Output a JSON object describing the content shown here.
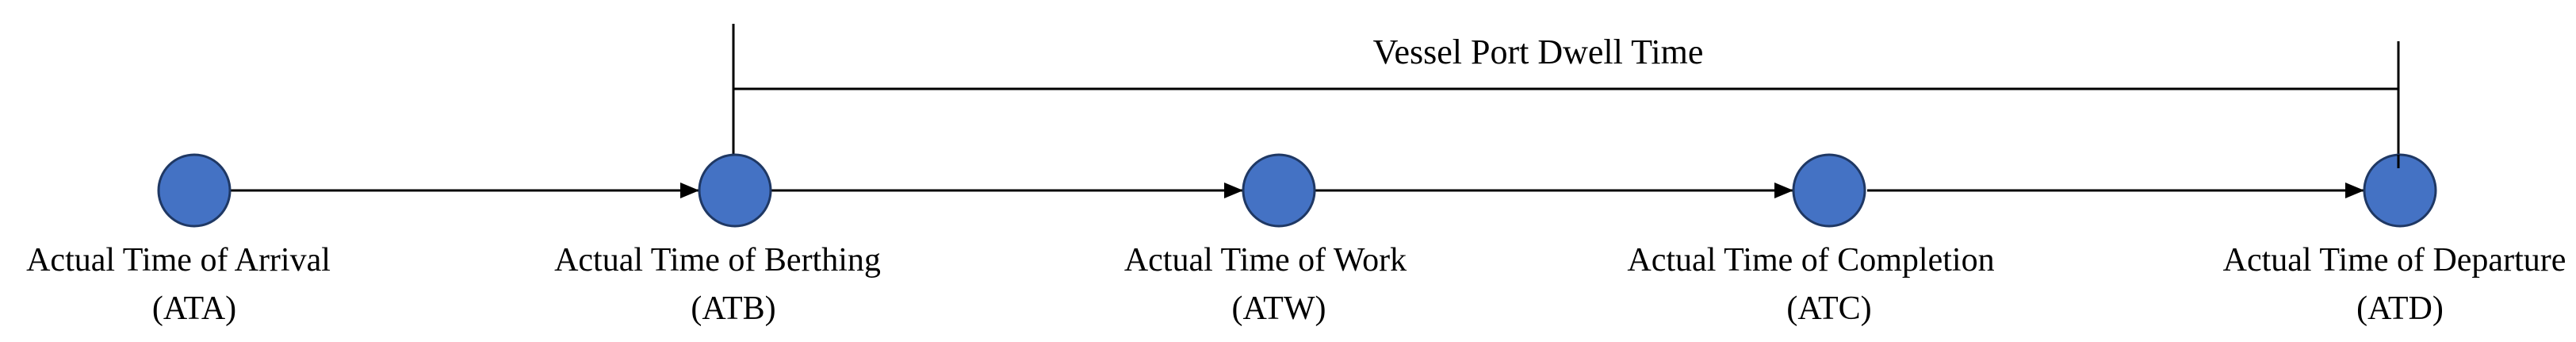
{
  "diagram": {
    "span_label": "Vessel Port Dwell Time",
    "node_fill": "#4472C4",
    "node_stroke": "#1F3864",
    "line_color": "#000000",
    "nodes": [
      {
        "line1": "Actual Time of Arrival",
        "line2": "(ATA)"
      },
      {
        "line1": "Actual Time of Berthing",
        "line2": "(ATB)"
      },
      {
        "line1": "Actual Time of Work",
        "line2": "(ATW)"
      },
      {
        "line1": "Actual Time of Completion",
        "line2": "(ATC)"
      },
      {
        "line1": "Actual Time of Departure",
        "line2": "(ATD)"
      }
    ]
  }
}
